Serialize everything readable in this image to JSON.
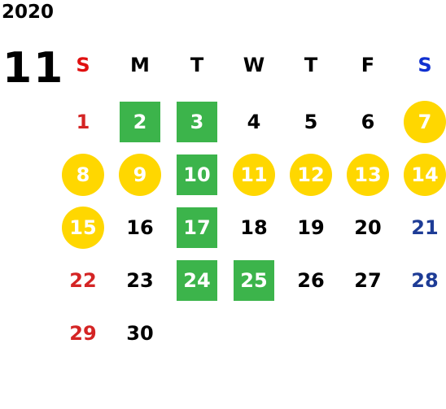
{
  "year": "2020",
  "month": "11",
  "weekdays": [
    {
      "label": "S",
      "kind": "sun"
    },
    {
      "label": "M",
      "kind": ""
    },
    {
      "label": "T",
      "kind": ""
    },
    {
      "label": "W",
      "kind": ""
    },
    {
      "label": "T",
      "kind": ""
    },
    {
      "label": "F",
      "kind": ""
    },
    {
      "label": "S",
      "kind": "sat"
    }
  ],
  "colors": {
    "sunday": "#d42424",
    "saturday": "#1e3c96",
    "green_highlight": "#3cb44b",
    "yellow_highlight": "#ffd700"
  },
  "days": [
    {
      "label": "1",
      "col": 0,
      "row": 0,
      "highlight": ""
    },
    {
      "label": "2",
      "col": 1,
      "row": 0,
      "highlight": "green"
    },
    {
      "label": "3",
      "col": 2,
      "row": 0,
      "highlight": "green"
    },
    {
      "label": "4",
      "col": 3,
      "row": 0,
      "highlight": ""
    },
    {
      "label": "5",
      "col": 4,
      "row": 0,
      "highlight": ""
    },
    {
      "label": "6",
      "col": 5,
      "row": 0,
      "highlight": ""
    },
    {
      "label": "7",
      "col": 6,
      "row": 0,
      "highlight": "yellow"
    },
    {
      "label": "8",
      "col": 0,
      "row": 1,
      "highlight": "yellow"
    },
    {
      "label": "9",
      "col": 1,
      "row": 1,
      "highlight": "yellow"
    },
    {
      "label": "10",
      "col": 2,
      "row": 1,
      "highlight": "green"
    },
    {
      "label": "11",
      "col": 3,
      "row": 1,
      "highlight": "yellow"
    },
    {
      "label": "12",
      "col": 4,
      "row": 1,
      "highlight": "yellow"
    },
    {
      "label": "13",
      "col": 5,
      "row": 1,
      "highlight": "yellow"
    },
    {
      "label": "14",
      "col": 6,
      "row": 1,
      "highlight": "yellow"
    },
    {
      "label": "15",
      "col": 0,
      "row": 2,
      "highlight": "yellow"
    },
    {
      "label": "16",
      "col": 1,
      "row": 2,
      "highlight": ""
    },
    {
      "label": "17",
      "col": 2,
      "row": 2,
      "highlight": "green"
    },
    {
      "label": "18",
      "col": 3,
      "row": 2,
      "highlight": ""
    },
    {
      "label": "19",
      "col": 4,
      "row": 2,
      "highlight": ""
    },
    {
      "label": "20",
      "col": 5,
      "row": 2,
      "highlight": ""
    },
    {
      "label": "21",
      "col": 6,
      "row": 2,
      "highlight": ""
    },
    {
      "label": "22",
      "col": 0,
      "row": 3,
      "highlight": ""
    },
    {
      "label": "23",
      "col": 1,
      "row": 3,
      "highlight": ""
    },
    {
      "label": "24",
      "col": 2,
      "row": 3,
      "highlight": "green"
    },
    {
      "label": "25",
      "col": 3,
      "row": 3,
      "highlight": "green"
    },
    {
      "label": "26",
      "col": 4,
      "row": 3,
      "highlight": ""
    },
    {
      "label": "27",
      "col": 5,
      "row": 3,
      "highlight": ""
    },
    {
      "label": "28",
      "col": 6,
      "row": 3,
      "highlight": ""
    },
    {
      "label": "29",
      "col": 0,
      "row": 4,
      "highlight": ""
    },
    {
      "label": "30",
      "col": 1,
      "row": 4,
      "highlight": ""
    }
  ]
}
